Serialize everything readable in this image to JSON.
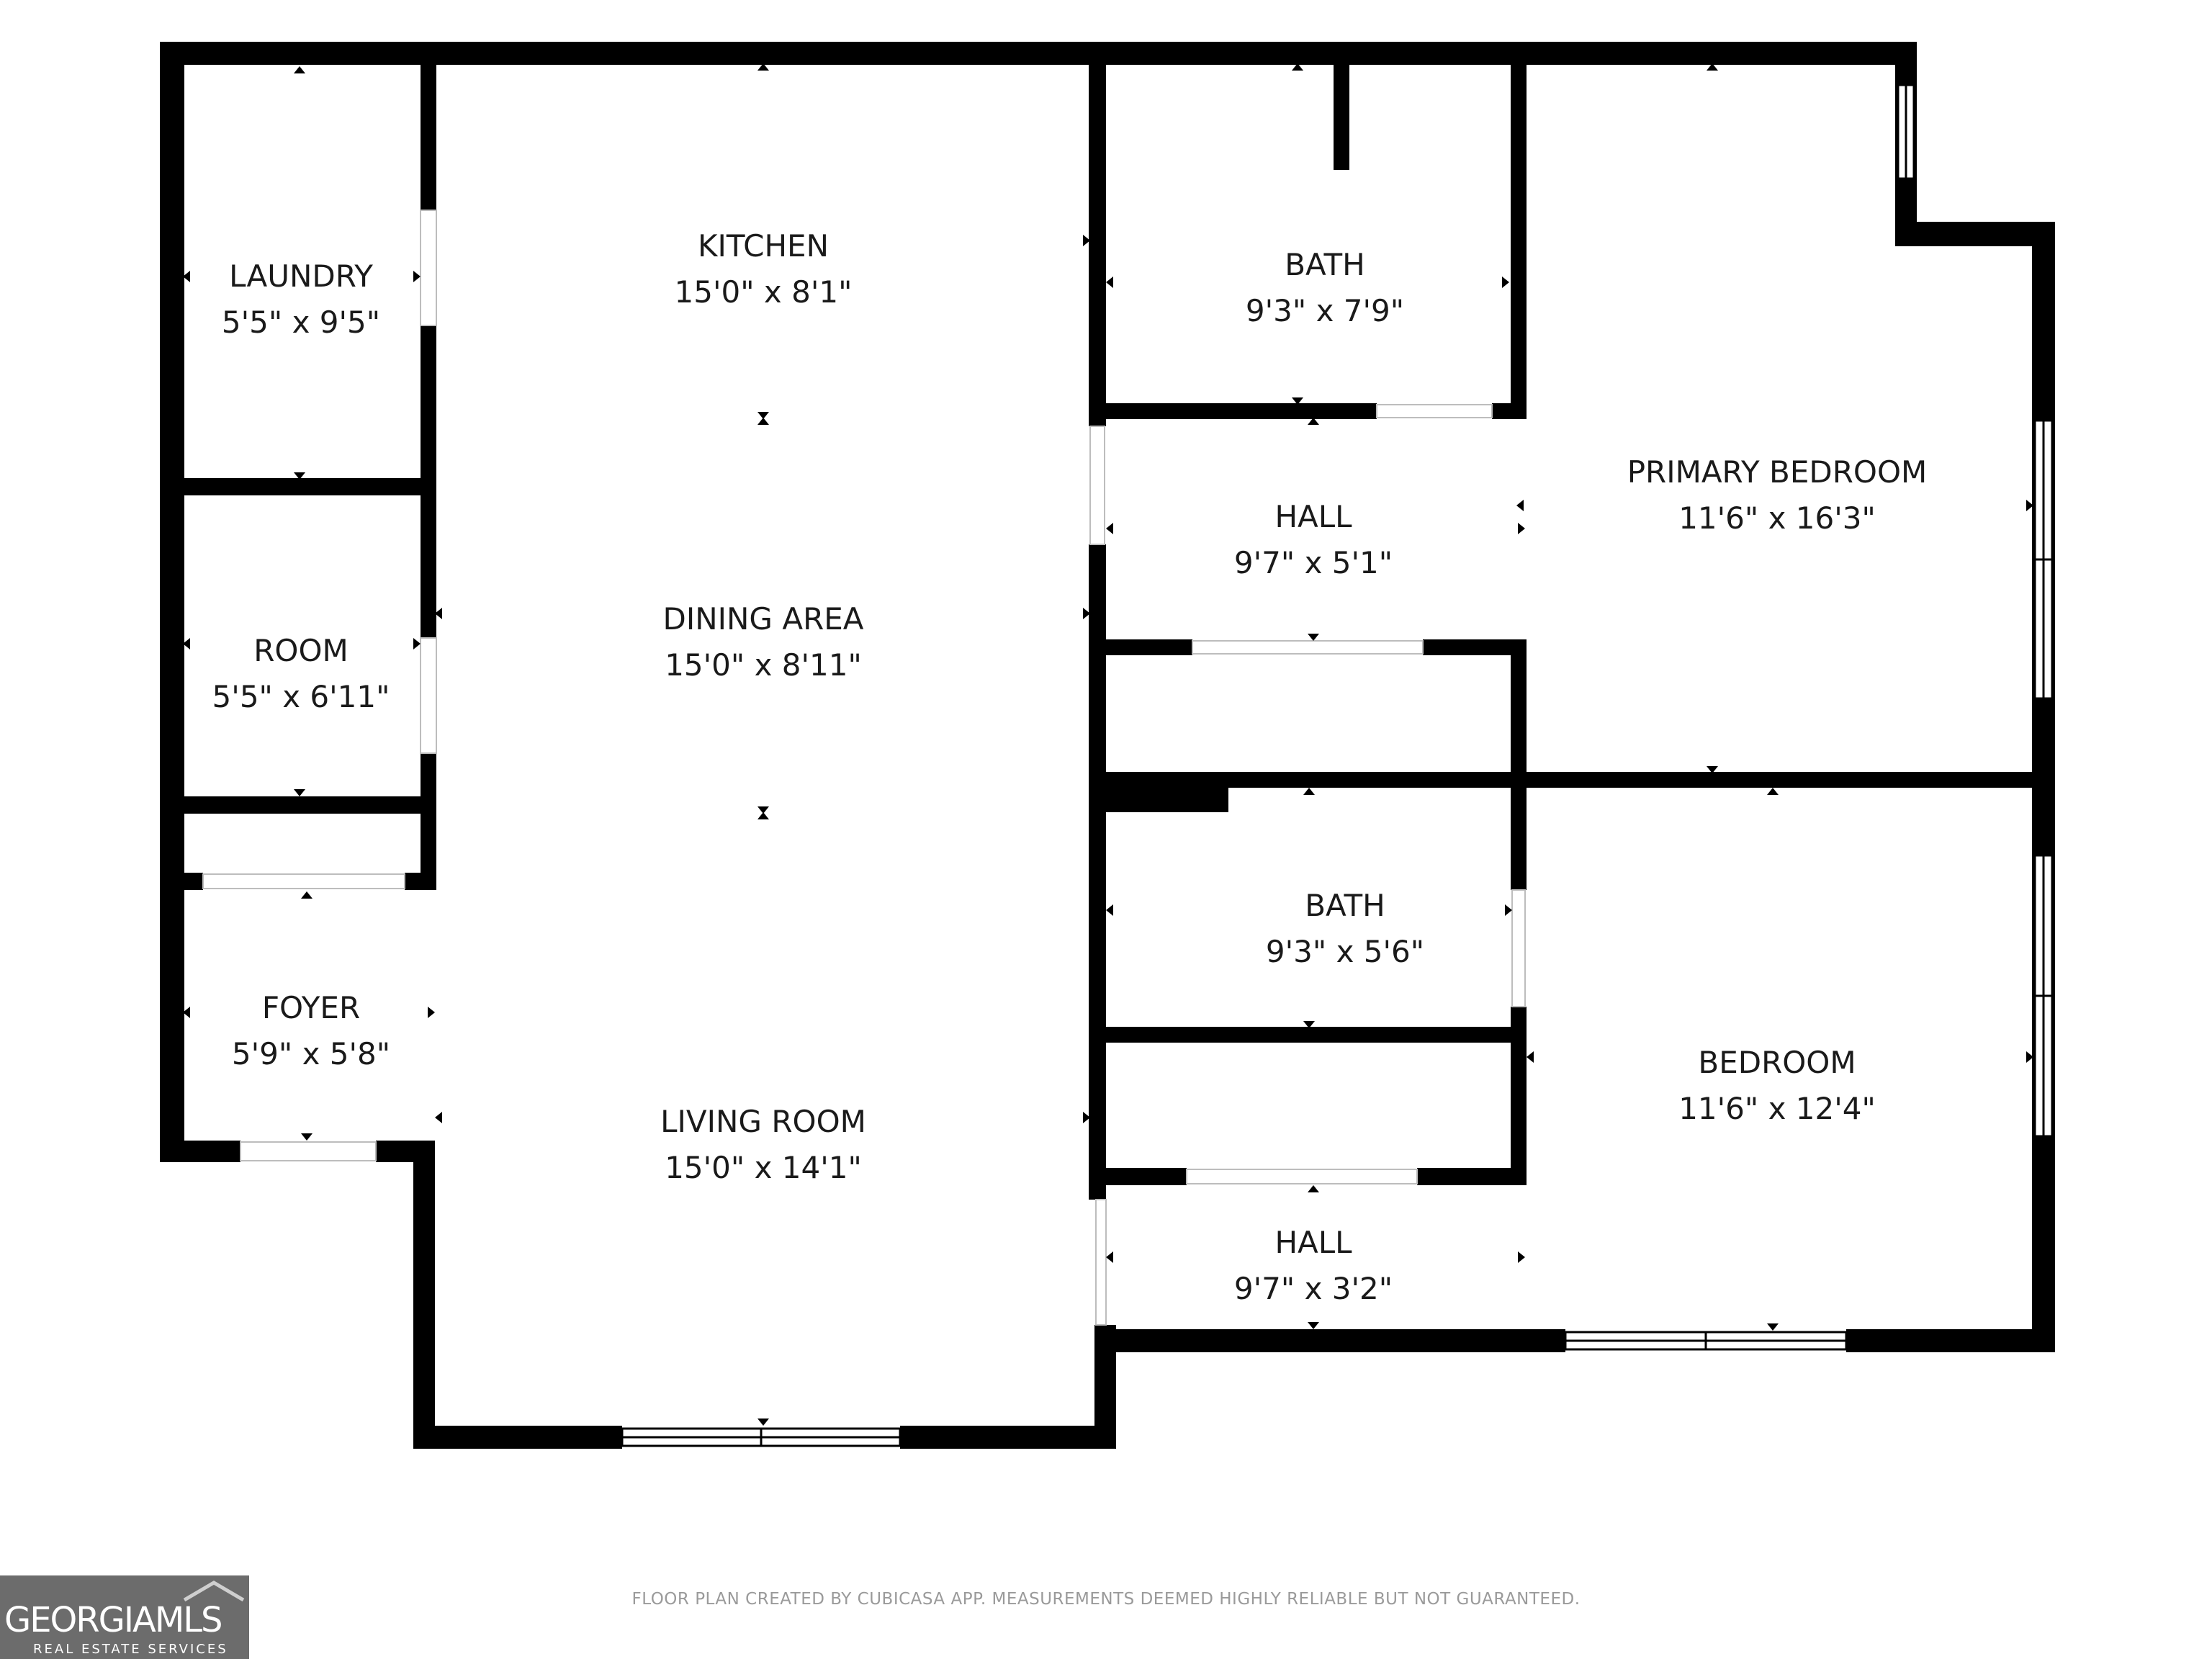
{
  "colors": {
    "wall": "#000000",
    "background": "#ffffff",
    "footer_text": "#9a9a9a",
    "logo_bg": "#6c6c6c"
  },
  "rooms": {
    "laundry": {
      "name": "LAUNDRY",
      "dims": "5'5\" x 9'5\""
    },
    "room": {
      "name": "ROOM",
      "dims": "5'5\" x 6'11\""
    },
    "foyer": {
      "name": "FOYER",
      "dims": "5'9\" x 5'8\""
    },
    "kitchen": {
      "name": "KITCHEN",
      "dims": "15'0\" x 8'1\""
    },
    "dining": {
      "name": "DINING AREA",
      "dims": "15'0\" x 8'11\""
    },
    "living": {
      "name": "LIVING ROOM",
      "dims": "15'0\" x 14'1\""
    },
    "bath1": {
      "name": "BATH",
      "dims": "9'3\" x 7'9\""
    },
    "hall1": {
      "name": "HALL",
      "dims": "9'7\" x 5'1\""
    },
    "primary_bedroom": {
      "name": "PRIMARY BEDROOM",
      "dims": "11'6\" x 16'3\""
    },
    "bath2": {
      "name": "BATH",
      "dims": "9'3\" x 5'6\""
    },
    "bedroom": {
      "name": "BEDROOM",
      "dims": "11'6\" x 12'4\""
    },
    "hall2": {
      "name": "HALL",
      "dims": "9'7\" x 3'2\""
    }
  },
  "footer": {
    "note": "FLOOR PLAN CREATED BY CUBICASA APP. MEASUREMENTS DEEMED HIGHLY RELIABLE BUT NOT GUARANTEED."
  },
  "logo": {
    "main": "GEORGIAMLS",
    "sub": "REAL ESTATE SERVICES"
  }
}
